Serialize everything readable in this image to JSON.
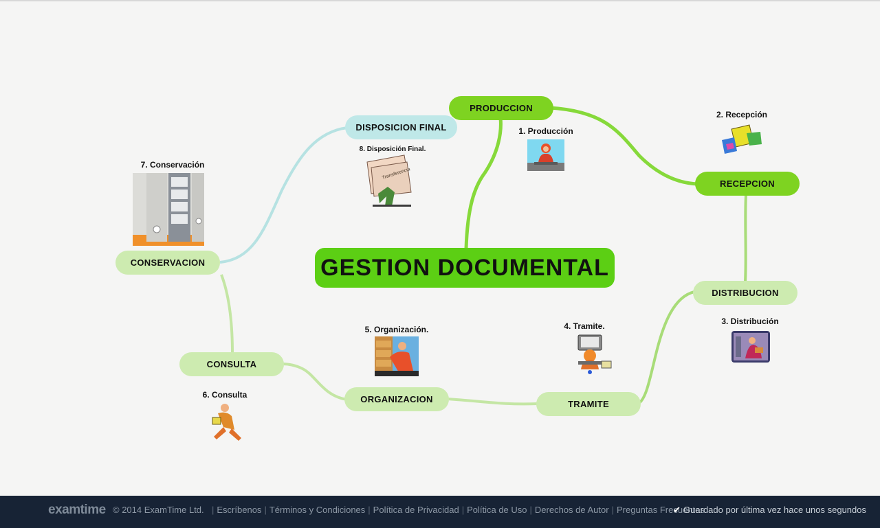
{
  "diagram": {
    "center": "GESTION DOCUMENTAL",
    "nodes": {
      "produccion": "PRODUCCION",
      "recepcion": "RECEPCION",
      "distribucion": "DISTRIBUCION",
      "tramite": "TRAMITE",
      "organizacion": "ORGANIZACION",
      "consulta": "CONSULTA",
      "conservacion": "CONSERVACION",
      "disposicion_final": "DISPOSICION FINAL"
    },
    "captions": {
      "produccion": "1. Producción",
      "recepcion": "2. Recepción",
      "distribucion": "3. Distribución",
      "tramite": "4. Tramite.",
      "organizacion": "5. Organización.",
      "consulta": "6. Consulta",
      "conservacion": "7. Conservación",
      "disposicion_final": "8. Disposición  Final."
    },
    "clipart_text": {
      "transferencia": "Transferencia"
    },
    "colors": {
      "center": "#5ccf14",
      "primary_node": "#7ed321",
      "secondary_node": "#cdebb0",
      "teal_node": "#bfe8e8",
      "link_green": "#86d93a",
      "link_light": "#c4e6a4",
      "link_teal": "#b6e2e2"
    }
  },
  "footer": {
    "brand": "examtime",
    "copyright": "© 2014 ExamTime Ltd.",
    "links": [
      "Escríbenos",
      "Términos y Condiciones",
      "Política de Privacidad",
      "Política de Uso",
      "Derechos de Autor",
      "Preguntas Frecuentes"
    ],
    "status": "Guardado por última vez hace unos segundos"
  }
}
